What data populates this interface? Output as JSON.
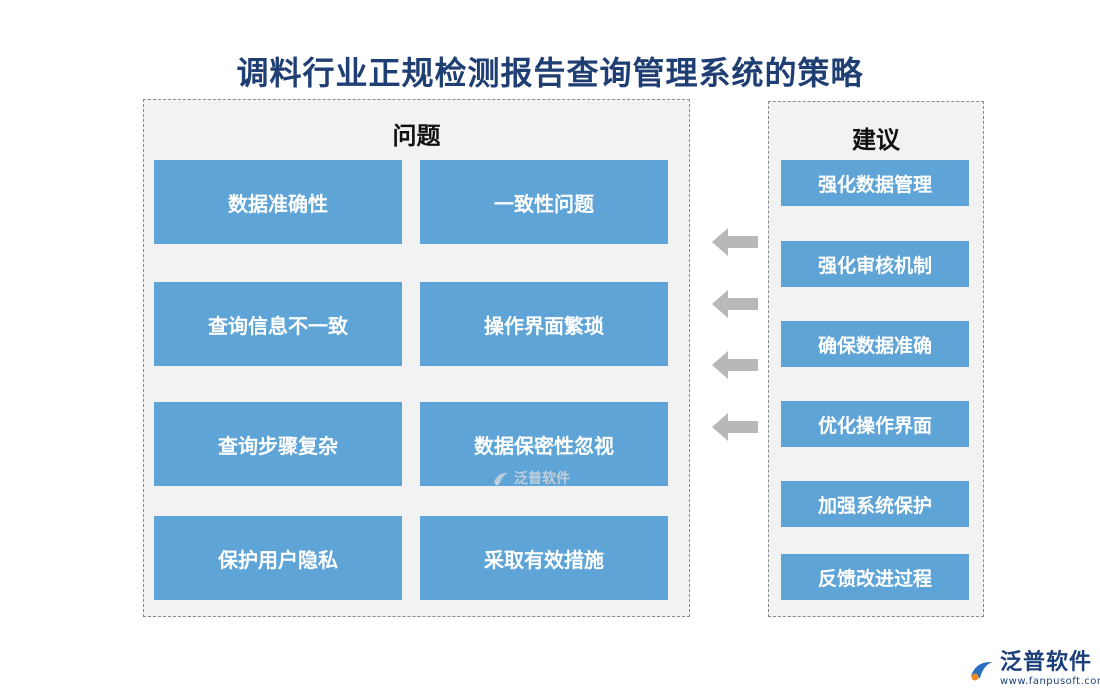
{
  "title": "调料行业正规检测报告查询管理系统的策略",
  "problems": {
    "heading": "问题",
    "items": [
      "数据准确性",
      "一致性问题",
      "查询信息不一致",
      "操作界面繁琐",
      "查询步骤复杂",
      "数据保密性忽视",
      "保护用户隐私",
      "采取有效措施"
    ]
  },
  "suggestions": {
    "heading": "建议",
    "items": [
      "强化数据管理",
      "强化审核机制",
      "确保数据准确",
      "优化操作界面",
      "加强系统保护",
      "反馈改进过程"
    ]
  },
  "watermark": {
    "text": "泛普软件"
  },
  "logo": {
    "name": "泛普软件",
    "url": "www.fanpusoft.com"
  },
  "colors": {
    "box": "#5ea4d6",
    "title": "#1f3e73",
    "arrow": "#b8b8b8",
    "panel": "#f2f2f2"
  },
  "icons": {
    "arrow": "arrow-left-icon",
    "logo": "fanpu-logo-icon"
  }
}
